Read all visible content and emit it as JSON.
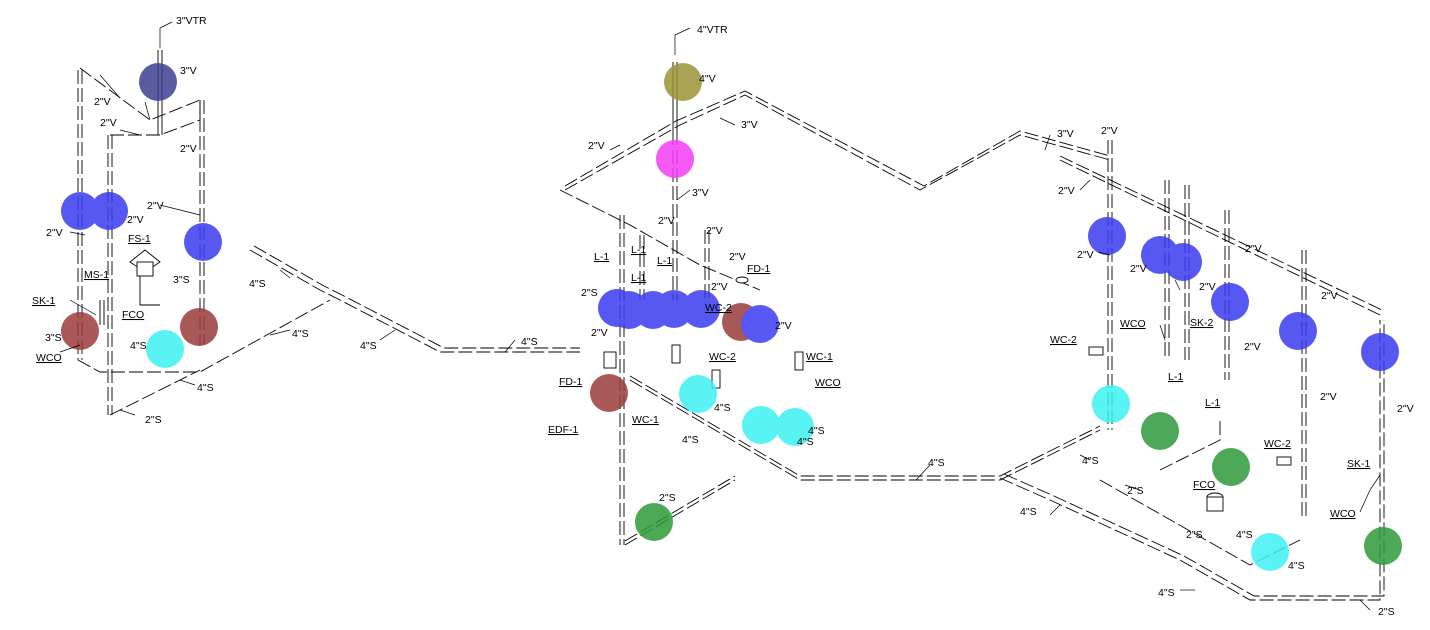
{
  "colors": {
    "navy": "#3d3f8f",
    "blue": "#3a3cf0",
    "brown": "#9b3b3b",
    "cyan": "#3ef1f3",
    "green": "#2f9a3a",
    "olive": "#9b9336",
    "magenta": "#f53cf3"
  },
  "labels": {
    "vtr3": "3\"VTR",
    "vtr4": "4\"VTR",
    "v2": "2\"V",
    "v3": "3\"V",
    "v4": "4\"V",
    "s2": "2\"S",
    "s3": "3\"S",
    "s4": "4\"S",
    "fs1": "FS-1",
    "ms1": "MS-1",
    "sk1": "SK-1",
    "sk2": "SK-2",
    "fco": "FCO",
    "wco": "WCO",
    "l1": "L-1",
    "fd1": "FD-1",
    "edf1": "EDF-1",
    "wc1": "WC-1",
    "wc2": "WC-2"
  }
}
